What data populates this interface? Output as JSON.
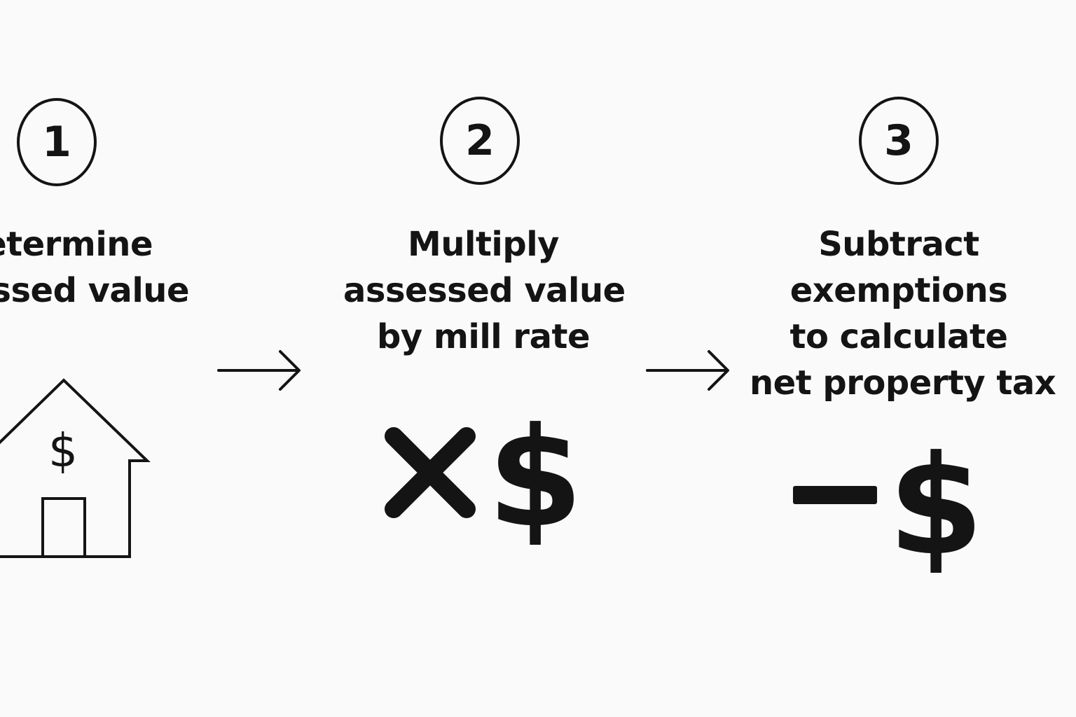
{
  "steps": [
    {
      "number": "1",
      "label_lines": [
        "etermine",
        "essed value"
      ],
      "icon": "house-dollar-icon"
    },
    {
      "number": "2",
      "label_lines": [
        "Multiply",
        "assessed value",
        "by mill rate"
      ],
      "icon": "multiply-dollar-icon"
    },
    {
      "number": "3",
      "label_lines": [
        "Subtract",
        "exemptions",
        "to calculate",
        "net property tax"
      ],
      "icon": "minus-dollar-icon"
    }
  ],
  "colors": {
    "background": "#fafafa",
    "ink": "#141414"
  }
}
